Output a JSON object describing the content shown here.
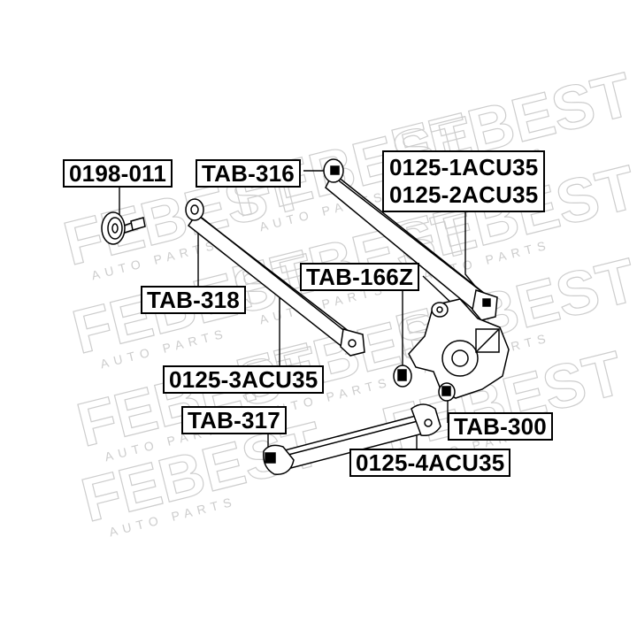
{
  "watermark": {
    "brand": "FEBEST",
    "sub": "AUTO PARTS",
    "color": "#c8c8c8"
  },
  "labels": {
    "l0198_011": "0198-011",
    "tab_316": "TAB-316",
    "l0125_1acu35": "0125-1ACU35",
    "l0125_2acu35": "0125-2ACU35",
    "tab_318": "TAB-318",
    "tab_166z": "TAB-166Z",
    "l0125_3acu35": "0125-3ACU35",
    "tab_317": "TAB-317",
    "tab_300": "TAB-300",
    "l0125_4acu35": "0125-4ACU35"
  },
  "colors": {
    "line": "#000000",
    "label_border": "#000000",
    "background": "#ffffff"
  }
}
